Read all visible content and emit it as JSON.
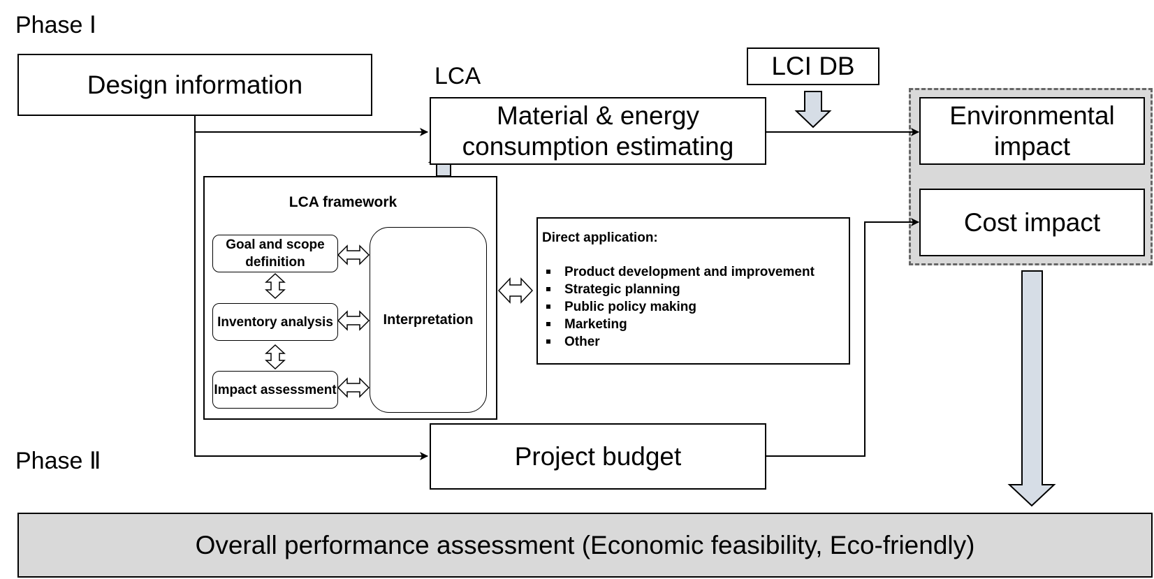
{
  "phase1_label": "Phase Ⅰ",
  "phase2_label": "Phase Ⅱ",
  "design_information": "Design information",
  "lca_label": "LCA",
  "lci_db": "LCI DB",
  "material_energy": "Material & energy consumption estimating",
  "environmental_impact": "Environmental impact",
  "cost_impact": "Cost impact",
  "project_budget": "Project budget",
  "overall_assessment": "Overall performance assessment (Economic feasibility, Eco-friendly)",
  "lca_framework": {
    "title": "LCA framework",
    "goal_scope": "Goal and scope definition",
    "inventory": "Inventory analysis",
    "impact": "Impact assessment",
    "interpretation": "Interpretation"
  },
  "direct_application": {
    "title": "Direct application:",
    "items": [
      "Product development and improvement",
      "Strategic planning",
      "Public policy making",
      "Marketing",
      "Other"
    ]
  },
  "colors": {
    "arrow_fill": "#d6dde6",
    "impact_group_bg": "#d9d9d9",
    "overall_bg": "#d9d9d9"
  }
}
